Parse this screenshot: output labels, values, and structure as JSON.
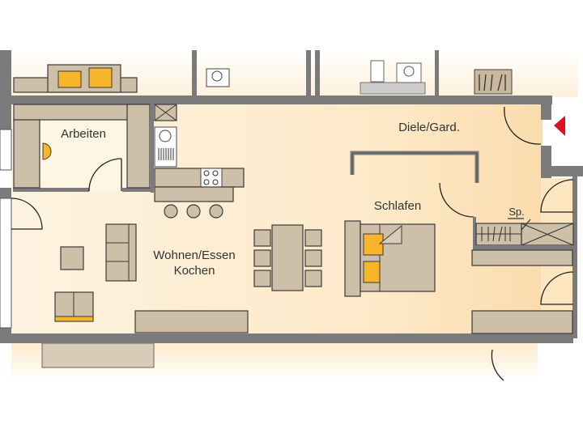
{
  "plan": {
    "rooms": {
      "arbeiten": "Arbeiten",
      "diele": "Diele/Gard.",
      "schlafen": "Schlafen",
      "wohnen_line1": "Wohnen/Essen",
      "wohnen_line2": "Kochen",
      "speicher": "Sp."
    },
    "colors": {
      "floor": "#fdecd0",
      "wall": "#7b7b7b",
      "furniture": "#cdbfa8",
      "accent": "#f7b52c",
      "entrance_marker": "#e0101e"
    }
  }
}
